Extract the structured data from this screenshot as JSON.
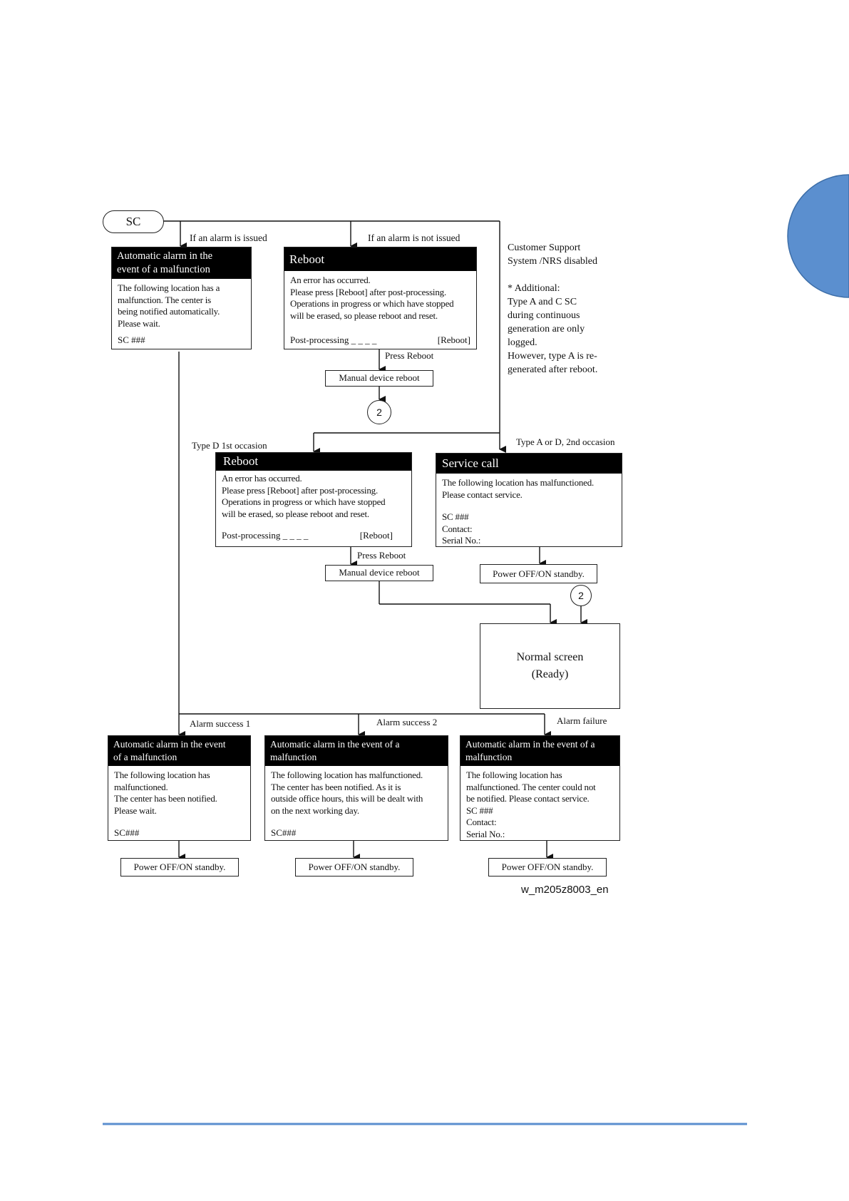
{
  "start": {
    "label": "SC"
  },
  "labels": {
    "alarm_issued": "If an alarm is issued",
    "alarm_not_issued": "If an alarm is not issued",
    "press_reboot_1": "Press Reboot",
    "press_reboot_2": "Press Reboot",
    "type_d_first": "Type D 1st occasion",
    "type_ad_second": "Type A or D, 2nd occasion",
    "alarm_success_1": "Alarm success 1",
    "alarm_success_2": "Alarm success 2",
    "alarm_failure": "Alarm failure"
  },
  "note": {
    "line1": "Customer Support",
    "line2": "System /NRS disabled",
    "line3": "* Additional:",
    "line4": "Type A and C SC",
    "line5": "during continuous",
    "line6": "generation are only",
    "line7": "logged.",
    "line8": "However, type A is re-",
    "line9": "generated after reboot."
  },
  "boxes": {
    "auto_alarm": {
      "title1": "Automatic alarm in the",
      "title2": "event of a malfunction",
      "l1": "The following location has a",
      "l2": "malfunction. The center is",
      "l3": "being notified automatically.",
      "l4": "Please wait.",
      "footer": "SC ###"
    },
    "reboot_top": {
      "title": "Reboot",
      "l1": "An error has occurred.",
      "l2": "Please press [Reboot] after post-processing.",
      "l3": "Operations in progress or which have stopped",
      "l4": "will be erased, so please reboot and reset.",
      "footer_left": "Post-processing _ _ _ _",
      "footer_right": "[Reboot]"
    },
    "reboot_mid": {
      "title": "Reboot",
      "l1": "An error has occurred.",
      "l2": "Please press [Reboot] after post-processing.",
      "l3": "Operations in progress or which have stopped",
      "l4": "will be erased, so please reboot and reset.",
      "footer_left": "Post-processing _ _ _ _",
      "footer_right": "[Reboot]"
    },
    "service_call": {
      "title": "Service call",
      "l1": "The following location has malfunctioned.",
      "l2": "Please contact service.",
      "l3": "SC ###",
      "l4": "Contact:",
      "l5": "Serial No.:"
    },
    "normal": {
      "l1": "Normal screen",
      "l2": "(Ready)"
    },
    "success1": {
      "title1": "Automatic alarm in the event",
      "title2": "of a malfunction",
      "l1": "The following location has",
      "l2": "malfunctioned.",
      "l3": "The center has been notified.",
      "l4": "Please wait.",
      "footer": "SC###"
    },
    "success2": {
      "title1": "Automatic alarm in the event of a",
      "title2": "malfunction",
      "l1": "The following location has malfunctioned.",
      "l2": "The center has been notified. As it is",
      "l3": "outside office hours, this will be dealt with",
      "l4": "on the next working day.",
      "footer": "SC###"
    },
    "failure": {
      "title1": "Automatic alarm in the event of a",
      "title2": "malfunction",
      "l1": "The following location has",
      "l2": "malfunctioned. The center could not",
      "l3": "be notified. Please contact service.",
      "l4": "SC ###",
      "l5": "Contact:",
      "l6": "Serial No.:"
    }
  },
  "buttons": {
    "manual_reboot_1": "Manual  device reboot",
    "manual_reboot_2": "Manual  device reboot",
    "power_sc": "Power OFF/ON standby.",
    "power_1": "Power OFF/ON standby.",
    "power_2": "Power OFF/ON standby.",
    "power_3": "Power OFF/ON standby."
  },
  "connectors": {
    "c1": "2",
    "c2": "2"
  },
  "figure_id": "w_m205z8003_en",
  "colors": {
    "tab": "#5b8fcf",
    "footer_rule": "#5b8fcf"
  }
}
